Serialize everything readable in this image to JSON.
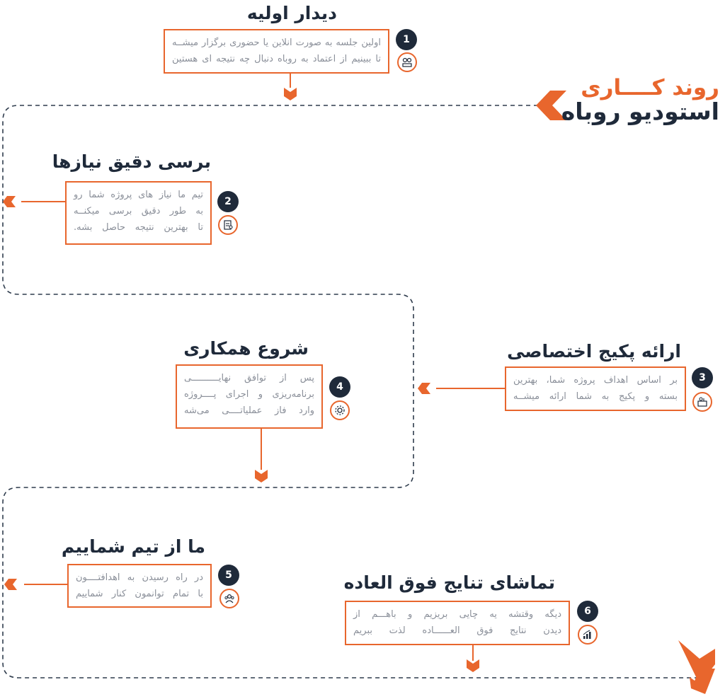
{
  "brand": {
    "line1": "روند کــــاری",
    "line2": "استودیو روباه"
  },
  "steps": [
    {
      "number": "1",
      "title": "دیدار اولیه",
      "lines": [
        "اولین جلسه به صورت انلاین یا حضوری برگزار میشــه",
        "تا ببینیم از اعتماد به روباه دنبال چه نتیجه ای هستین"
      ],
      "icon": "meeting-icon"
    },
    {
      "number": "2",
      "title": "برسی دقیق نیازها",
      "lines": [
        "تیم ما نیاز های پروژه شما رو",
        "به طور دقیق برسی میکنــه",
        "تا بهترین نتیجه حاصل بشه."
      ],
      "icon": "document-review-icon"
    },
    {
      "number": "3",
      "title": "ارائه پکیج اختصاصی",
      "lines": [
        "بر اساس اهداف پروژه شما، بهترین",
        "بسته و پکیج به شما ارائه میشــه"
      ],
      "icon": "package-icon"
    },
    {
      "number": "4",
      "title": "شروع همکاری",
      "lines": [
        "پس از توافق نهایــــــــــی",
        "برنامه‌ریزی و اجرای پــــروژه",
        "وارد فاز عملیاتــــی می‌شه"
      ],
      "icon": "gear-icon"
    },
    {
      "number": "5",
      "title": "ما از تیم شماییم",
      "lines": [
        "در راه رسیدن به اهدافتــــون",
        "با تمام توانمون کنار شماییم"
      ],
      "icon": "team-icon"
    },
    {
      "number": "6",
      "title": "تماشای تنایج فوق العاده",
      "lines": [
        "دیگه وقتشه یه چایی بریزیم و باهـــم از",
        "دیدن نتایج فوق العــــــاده لذت ببریم"
      ],
      "icon": "growth-chart-icon"
    }
  ],
  "colors": {
    "accent": "#e8662d",
    "dark": "#1f2a3a",
    "text": "#8a8f99",
    "dash": "#2f3c4d"
  }
}
